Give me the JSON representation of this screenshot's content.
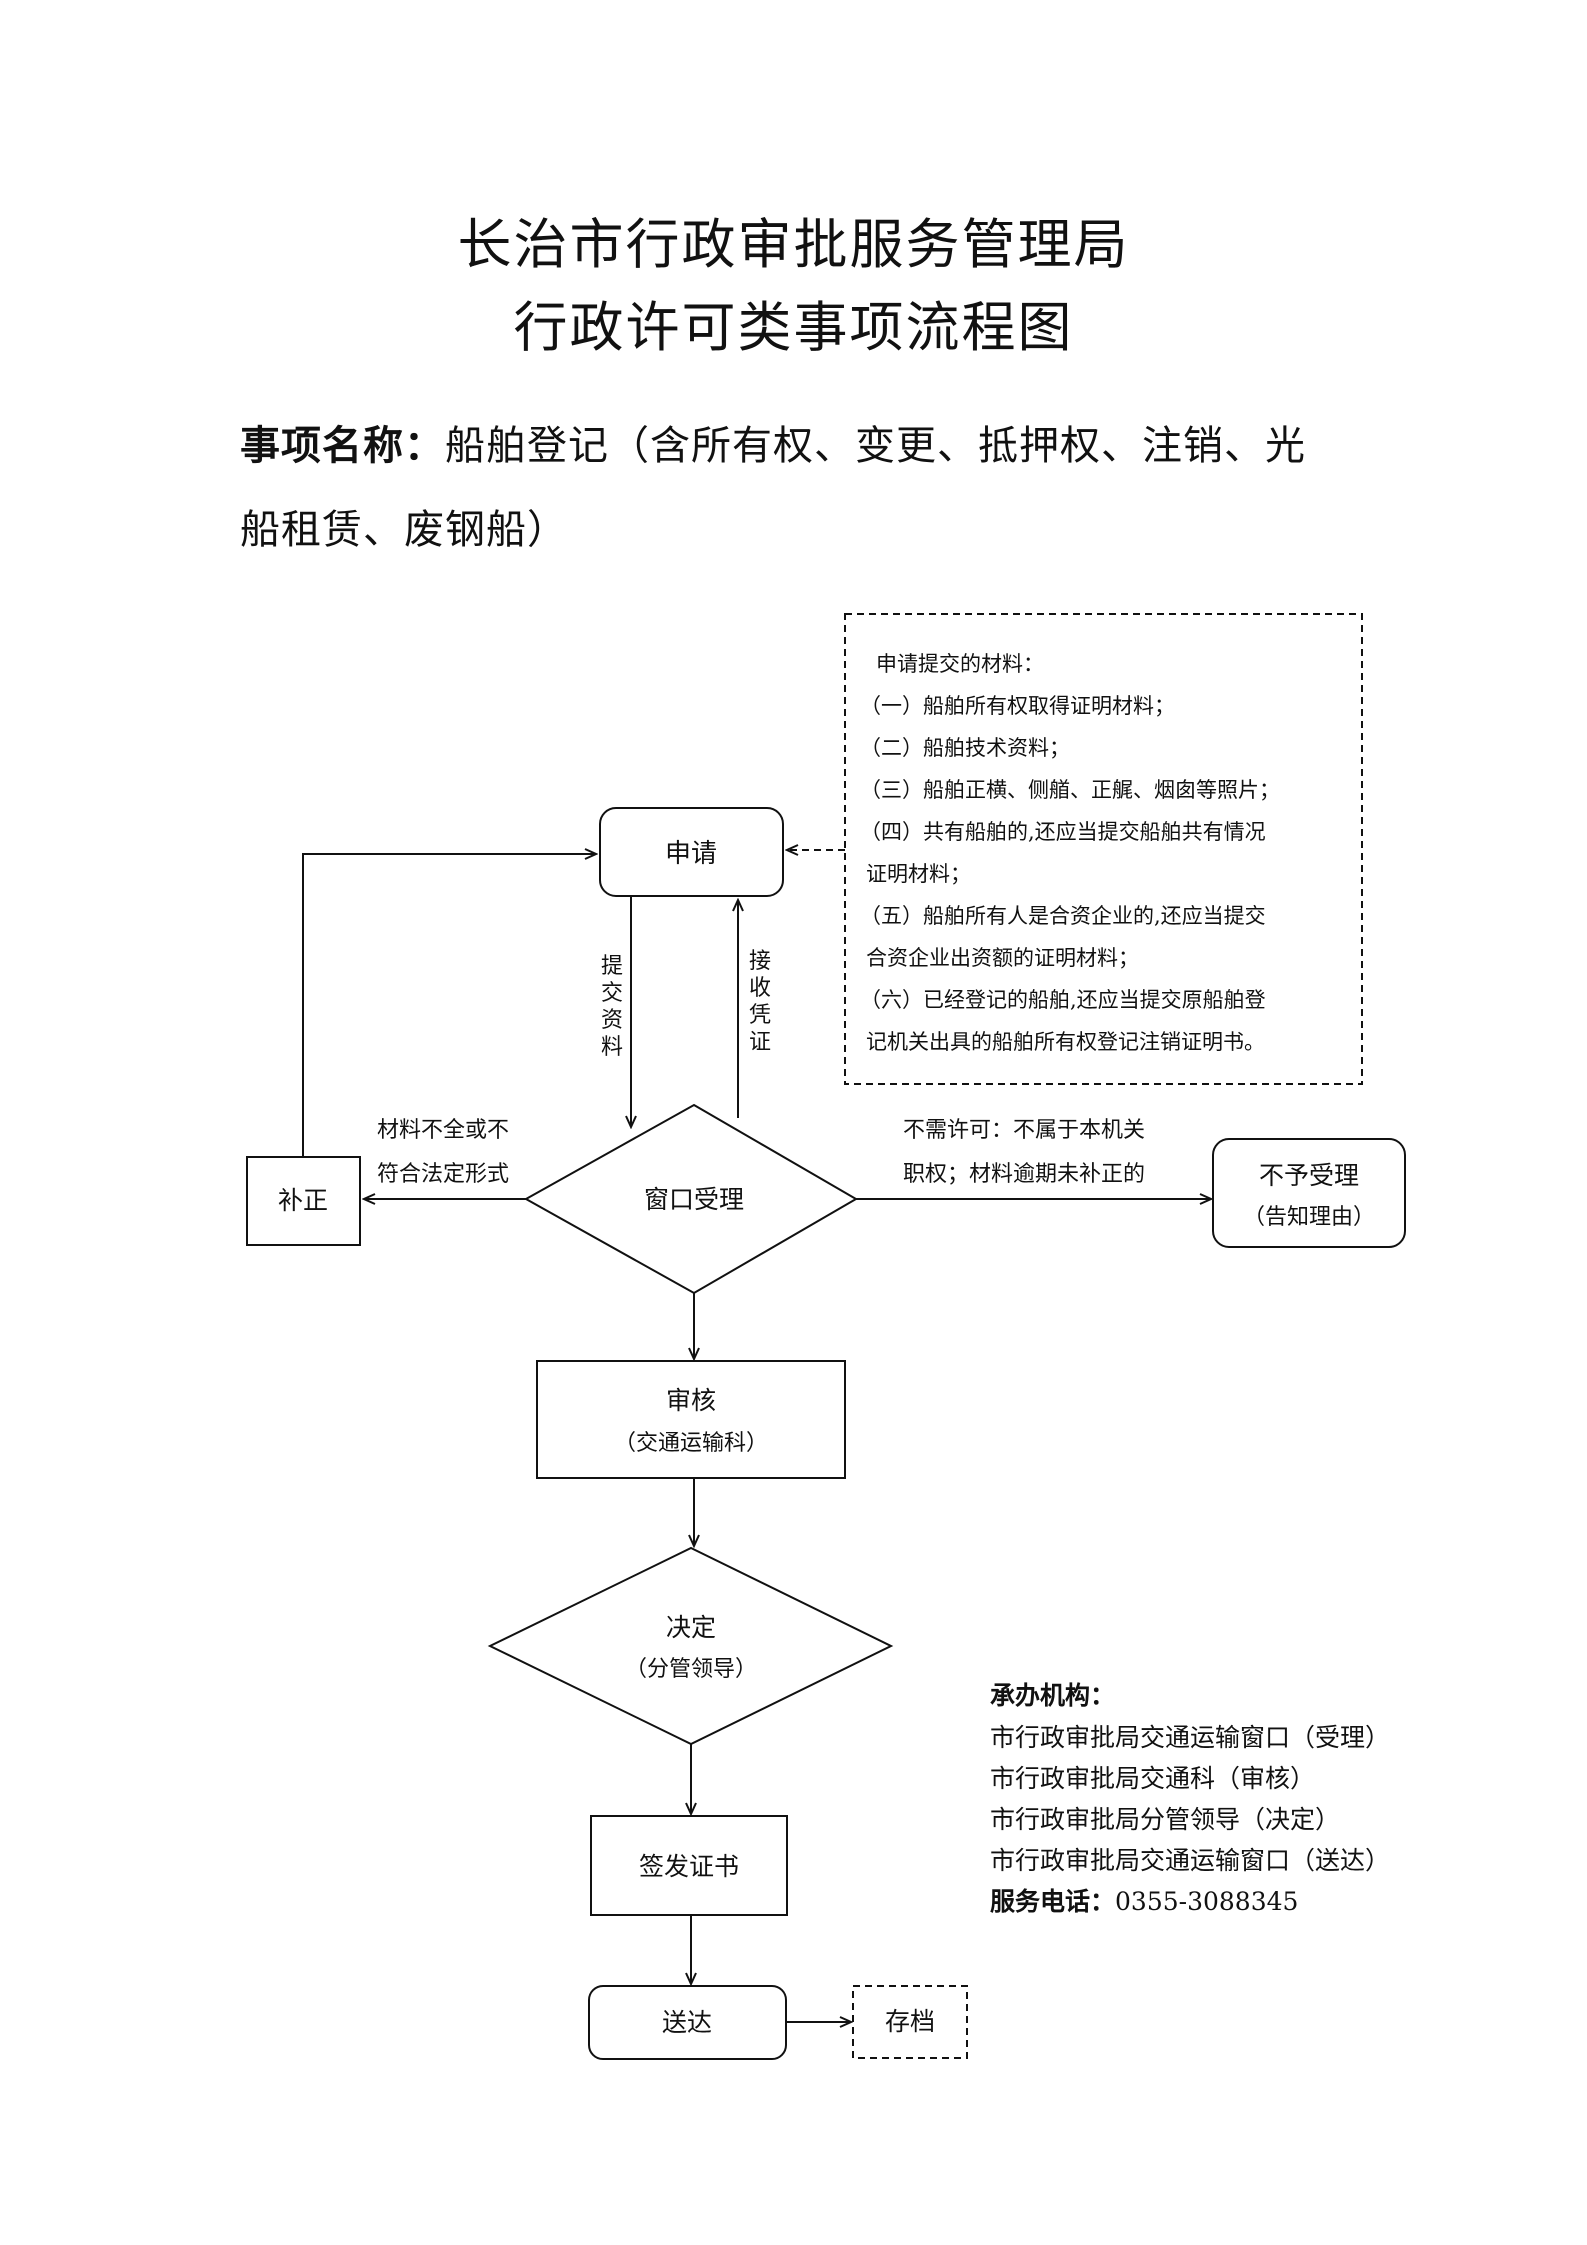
{
  "header": {
    "title_line1": "长治市行政审批服务管理局",
    "title_line2": "行政许可类事项流程图"
  },
  "subject": {
    "label": "事项名称：",
    "name_line1": "船舶登记（含所有权、变更、抵押权、注销、光",
    "name_line2": "船租赁、废钢船）"
  },
  "materials": {
    "title": "申请提交的材料：",
    "lines": [
      "（一）船舶所有权取得证明材料；",
      "（二）船舶技术资料；",
      "（三）船舶正横、侧艏、正艉、烟囱等照片；",
      "（四）共有船舶的,还应当提交船舶共有情况",
      "证明材料；",
      "（五）船舶所有人是合资企业的,还应当提交",
      "合资企业出资额的证明材料；",
      "（六）已经登记的船舶,还应当提交原船舶登",
      "记机关出具的船舶所有权登记注销证明书。"
    ]
  },
  "flow": {
    "apply": "申请",
    "submit_v": [
      "提",
      "交",
      "资",
      "料"
    ],
    "receipt_v": [
      "接",
      "收",
      "凭",
      "证"
    ],
    "window": "窗口受理",
    "correct": "补正",
    "correct_reason_1": "材料不全或不",
    "correct_reason_2": "符合法定形式",
    "reject_reason_1": "不需许可：不属于本机关",
    "reject_reason_2": "职权；材料逾期未补正的",
    "reject": "不予受理",
    "reject_sub": "（告知理由）",
    "review": "审核",
    "review_sub": "（交通运输科）",
    "decide": "决定",
    "decide_sub": "（分管领导）",
    "issue": "签发证书",
    "deliver": "送达",
    "archive": "存档"
  },
  "org": {
    "title": "承办机构：",
    "lines": [
      "市行政审批局交通运输窗口（受理）",
      "市行政审批局交通科（审核）",
      "市行政审批局分管领导（决定）",
      "市行政审批局交通运输窗口（送达）"
    ],
    "phone_label": "服务电话：",
    "phone": "0355-3088345"
  }
}
